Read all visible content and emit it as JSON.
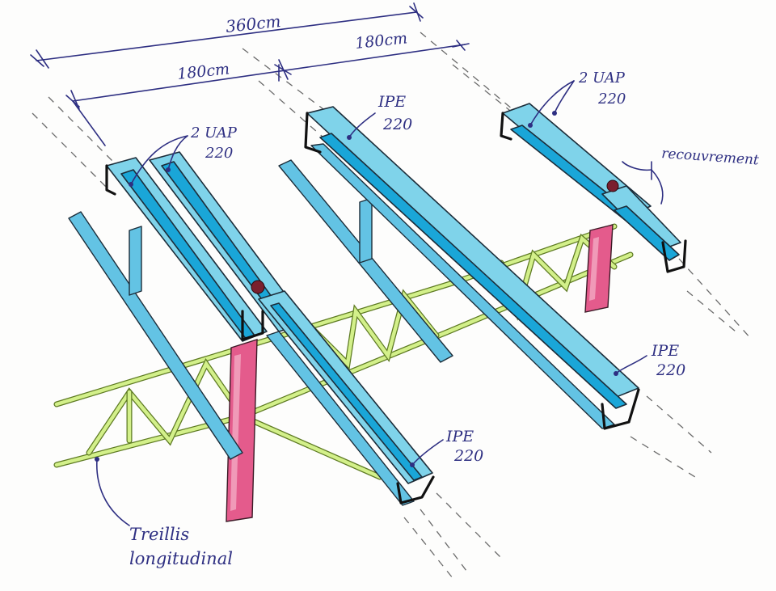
{
  "labels": {
    "dim_total": "360cm",
    "dim_left": "180cm",
    "dim_right": "180cm",
    "uap_left_line1": "2 UAP",
    "uap_left_line2": "220",
    "uap_right_line1": "2 UAP",
    "uap_right_line2": "220",
    "ipe_top_line1": "IPE",
    "ipe_top_line2": "220",
    "ipe_mid_line1": "IPE",
    "ipe_mid_line2": "220",
    "ipe_bottom_line1": "IPE",
    "ipe_bottom_line2": "220",
    "recouvrement": "recouvrement",
    "treillis_line1": "Treillis",
    "treillis_line2": "longitudinal"
  },
  "colors": {
    "ink": "#2e2f82",
    "steel_light": "#7fd3ea",
    "steel_dark": "#1aa6d8",
    "truss_green": "#c9ee7a",
    "post_pink": "#e45b8c",
    "bolt": "#7a1f2e"
  }
}
